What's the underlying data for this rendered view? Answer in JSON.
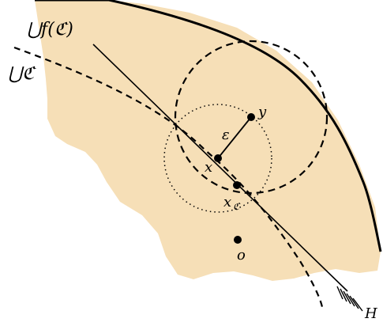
{
  "colors": {
    "region_fill": "#f6dfb7",
    "ink": "#000000"
  },
  "labels": {
    "union_f": "⋃f(ℭ)",
    "union_c": "⋃ℭ",
    "y": "y",
    "x": "x",
    "epsilon": "ε",
    "x_c_base": "x",
    "x_c_sub": "ℭ",
    "o": "o",
    "H": "H"
  }
}
